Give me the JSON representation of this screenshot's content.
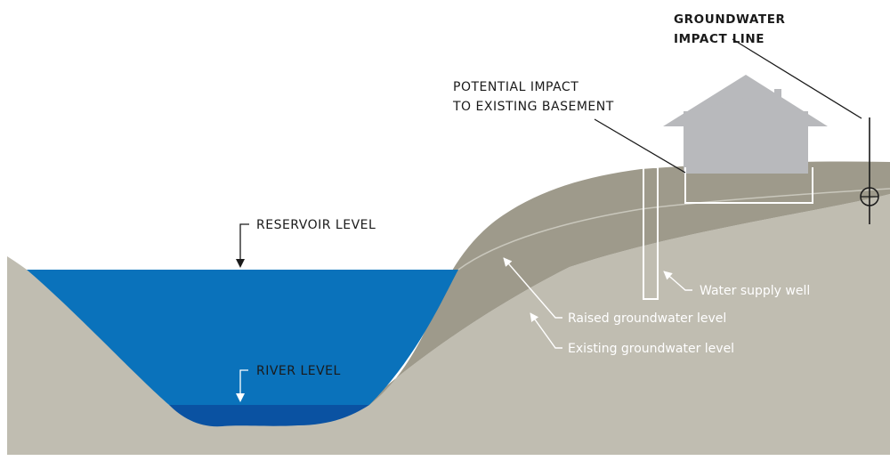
{
  "labels": {
    "groundwater_impact_line_1": "GROUNDWATER",
    "groundwater_impact_line_2": "IMPACT LINE",
    "potential_impact_1": "POTENTIAL IMPACT",
    "potential_impact_2": "TO EXISTING BASEMENT",
    "reservoir_level": "RESERVOIR  LEVEL",
    "river_level": "RIVER LEVEL",
    "water_supply_well": "Water supply well",
    "raised_groundwater_level": "Raised groundwater level",
    "existing_groundwater_level": "Existing groundwater level"
  },
  "colors": {
    "reservoir_water": "#0a72bb",
    "river_water": "#0a52a2",
    "ground_light": "#c0bdb1",
    "ground_dark": "#9e9a8b",
    "house": "#b8b9bc",
    "line": "#1a1a1a"
  },
  "icons": {
    "arrow": "arrow-down-icon",
    "impact_marker": "circle-crosshair-icon"
  }
}
